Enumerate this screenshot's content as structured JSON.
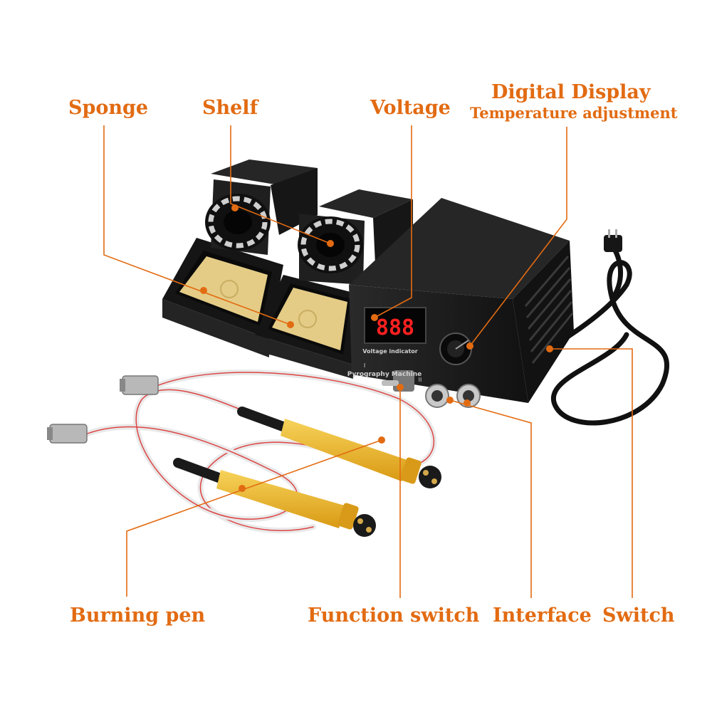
{
  "labels": {
    "sponge": "Sponge",
    "shelf": "Shelf",
    "voltage": "Voltage",
    "digital_display": "Digital Display",
    "temperature_adjustment": "Temperature adjustment",
    "burning_pen": "Burning pen",
    "function_switch": "Function switch",
    "interface": "Interface",
    "switch": "Switch"
  },
  "device_text": {
    "display_readout": "888",
    "voltage_indicator": "Voltage indicator",
    "brand": "Pyrography Machine",
    "port_i": "I",
    "port_ii": "II"
  },
  "colors": {
    "accent": "#e26b12",
    "housing": "#1c1c1c",
    "sponge": "#e4cc86",
    "pen": "#f1c030",
    "led": "#ff2020"
  }
}
